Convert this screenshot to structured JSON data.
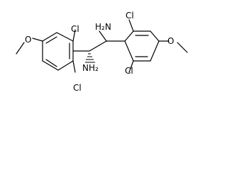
{
  "molecule": {
    "labels": {
      "cl_left_top": "Cl",
      "cl_left_bottom": "Cl",
      "cl_right_top": "Cl",
      "cl_right_bottom": "Cl",
      "o_left": "O",
      "o_right": "O",
      "nh2_top": "H₂N",
      "nh2_bottom": "NH₂"
    },
    "colors": {
      "bond": "#000000",
      "background": "#ffffff"
    }
  }
}
